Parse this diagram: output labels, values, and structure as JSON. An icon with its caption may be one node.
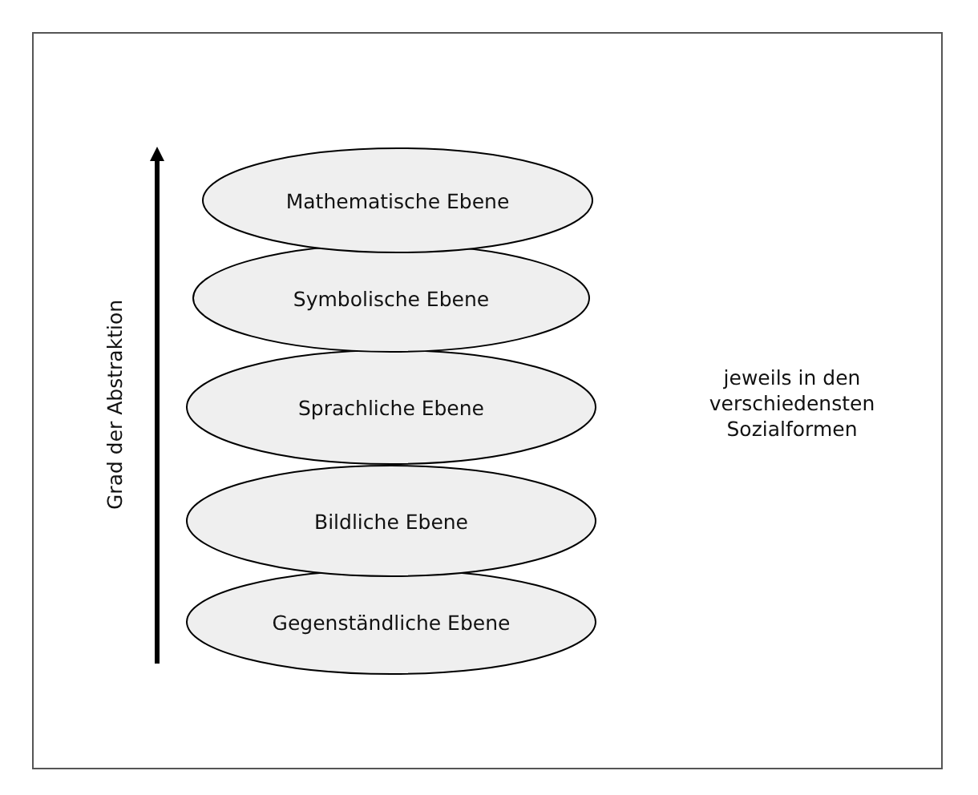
{
  "diagram": {
    "nodes": [
      {
        "text": [
          "Mathematische Ebene"
        ]
      },
      {
        "text": [
          "Symbolische Ebene"
        ]
      },
      {
        "text": [
          "Sprachliche Ebene"
        ]
      },
      {
        "text": [
          "Bildliche Ebene"
        ]
      },
      {
        "text": [
          "Gegenständliche Ebene"
        ]
      }
    ],
    "labels": [
      "Grad der Abstraktion",
      "jeweils in den verschiedensten Sozialformen"
    ]
  }
}
